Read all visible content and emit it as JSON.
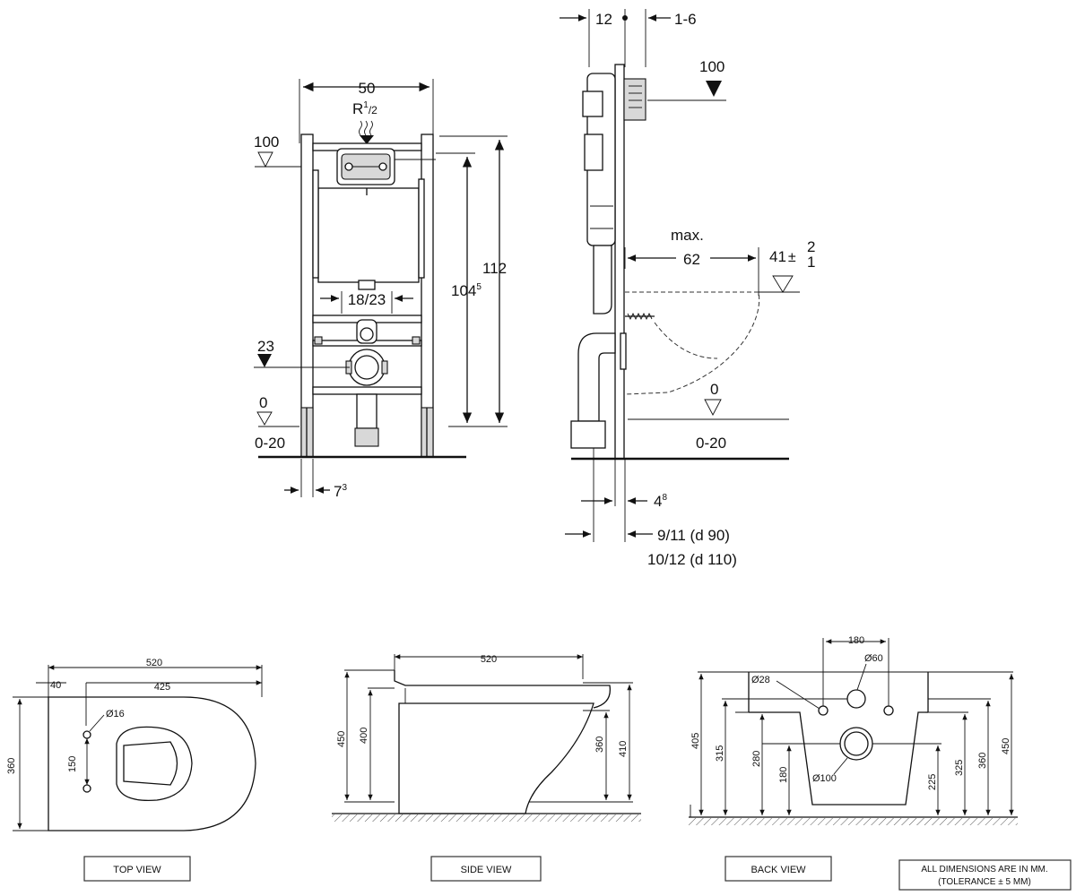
{
  "installation_front": {
    "width_label": "50",
    "connection_label_r": "R",
    "connection_label_sup": "1",
    "connection_label_sub": "/2",
    "level_top_label": "100",
    "height_outer_label": "112",
    "height_inner_label": "104",
    "height_inner_sup": "5",
    "center_label": "18/23",
    "level_drain_label": "23",
    "floor_level_label": "0",
    "floor_range_label": "0-20",
    "foot_offset_label": "7",
    "foot_offset_sup": "3"
  },
  "installation_side": {
    "top_left_label": "12",
    "top_right_label": "1-6",
    "level_top_label": "100",
    "max_label": "max.",
    "projection_label": "62",
    "bowl_height_label": "41",
    "bowl_tol_plus": "2",
    "bowl_tol_minus": "1",
    "floor_level_label": "0",
    "floor_range_label": "0-20",
    "foot_offset_label": "4",
    "foot_offset_sup": "8",
    "pipe_label_1": "9/11 (d 90)",
    "pipe_label_2": "10/12 (d 110)"
  },
  "top_view": {
    "caption": "TOP VIEW",
    "length_label": "520",
    "offset_label": "40",
    "hole_spacing_label": "425",
    "hole_dia_label": "Ø16",
    "hole_distance_label": "150",
    "width_label": "360"
  },
  "side_view": {
    "caption": "SIDE VIEW",
    "length_label": "520",
    "height_total_label": "450",
    "height_body_label": "400",
    "height_right_1": "360",
    "height_right_2": "410"
  },
  "back_view": {
    "caption": "BACK VIEW",
    "spacing_label": "180",
    "inlet_dia_label": "Ø60",
    "bolt_dia_label": "Ø28",
    "outlet_dia_label": "Ø100",
    "left_dims": [
      "405",
      "315",
      "280",
      "180"
    ],
    "right_dims": [
      "225",
      "325",
      "360",
      "450"
    ]
  },
  "note": {
    "line1": "ALL DIMENSIONS ARE IN MM.",
    "line2": "(TOLERANCE ± 5 MM)"
  }
}
